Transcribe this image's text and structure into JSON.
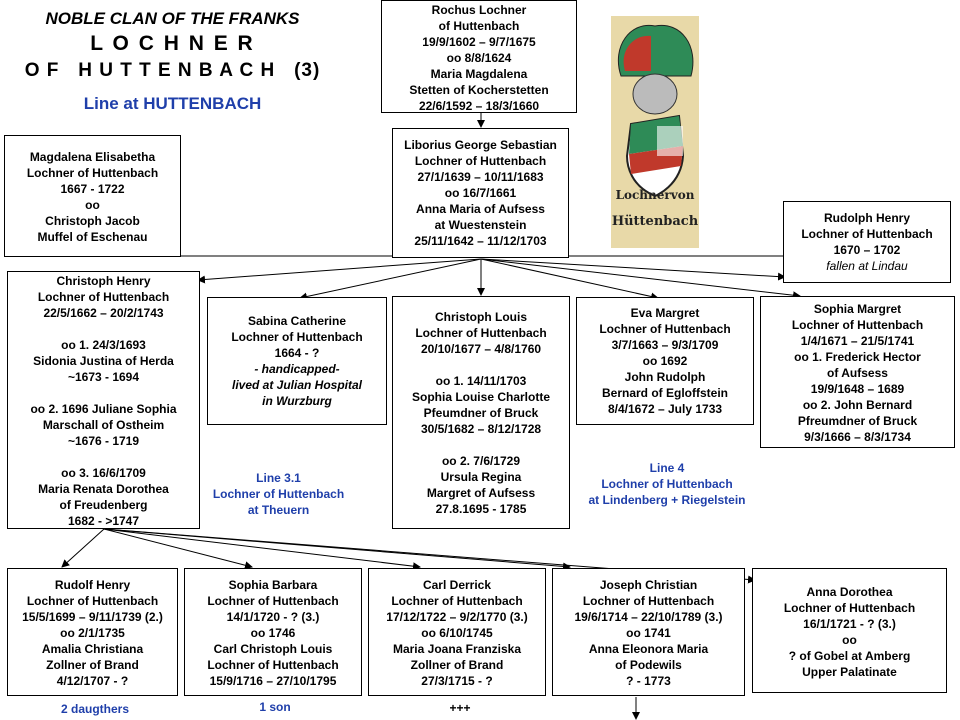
{
  "header": {
    "line1": "NOBLE CLAN OF THE FRANKS",
    "line2": "L O C H N E R",
    "line3": "O F   H U T T E N B A C H   (3)",
    "subtitle": "Line at HUTTENBACH"
  },
  "crest": {
    "text1": "Lochnervon",
    "text2": "Hüttenbach",
    "colors": {
      "red": "#c0392b",
      "green": "#2e8b57",
      "gold": "#d4a017",
      "parchment": "#e8d9a8"
    }
  },
  "people": {
    "rochus": [
      "Rochus Lochner",
      "of Huttenbach",
      "19/9/1602 – 9/7/1675",
      "oo 8/8/1624",
      "Maria Magdalena",
      "Stetten of Kocherstetten",
      "22/6/1592 – 18/3/1660"
    ],
    "liborius": [
      "Liborius George Sebastian",
      "Lochner of Huttenbach",
      "27/1/1639 – 10/11/1683",
      "oo 16/7/1661",
      "Anna Maria of Aufsess",
      "at Wuestenstein",
      "25/11/1642 – 11/12/1703"
    ],
    "magdalena": [
      "Magdalena Elisabetha",
      "Lochner of Huttenbach",
      "1667  - 1722",
      "oo",
      "Christoph  Jacob",
      "Muffel of Eschenau"
    ],
    "rudolph": [
      "Rudolph Henry",
      "Lochner of Huttenbach",
      "1670 – 1702"
    ],
    "rudolph_note": "fallen at Lindau",
    "christoph_henry": {
      "a": [
        "Christoph  Henry",
        "Lochner of Huttenbach",
        "22/5/1662 – 20/2/1743"
      ],
      "b": [
        "oo 1.   24/3/1693",
        "Sidonia Justina  of Herda",
        "~1673 - 1694"
      ],
      "c": [
        "oo 2. 1696 Juliane Sophia",
        "Marschall of Ostheim",
        "~1676 - 1719"
      ],
      "d": [
        "oo 3. 16/6/1709",
        "Maria Renata Dorothea",
        "of Freudenberg",
        "1682  - >1747"
      ]
    },
    "sabina": [
      "Sabina Catherine",
      "Lochner of Huttenbach",
      "1664 - ?"
    ],
    "sabina_note": [
      "- handicapped-",
      "lived at Julian Hospital",
      "in Wurzburg"
    ],
    "christoph_louis": {
      "a": [
        "Christoph  Louis",
        "Lochner of Huttenbach",
        "20/10/1677  – 4/8/1760"
      ],
      "b": [
        "oo 1.   14/11/1703",
        "Sophia Louise Charlotte",
        "Pfeumdner of Bruck",
        "30/5/1682 – 8/12/1728"
      ],
      "c": [
        "oo 2.   7/6/1729",
        "Ursula Regina",
        "Margret of Aufsess",
        "27.8.1695 - 1785"
      ]
    },
    "eva": [
      "Eva Margret",
      "Lochner of Huttenbach",
      "3/7/1663 – 9/3/1709",
      "oo 1692",
      "John Rudolph",
      "Bernard of Egloffstein",
      "8/4/1672 – July 1733"
    ],
    "sophia_m": [
      "Sophia Margret",
      "Lochner of Huttenbach",
      "1/4/1671 – 21/5/1741",
      "oo 1. Frederick Hector",
      "of Aufsess",
      "19/9/1648 – 1689",
      "oo 2. John Bernard",
      "Pfreumdner of Bruck",
      "9/3/1666 – 8/3/1734"
    ],
    "rudolf_henry": [
      "Rudolf Henry",
      "Lochner of Huttenbach",
      "15/5/1699 – 9/11/1739  (2.)",
      "oo 2/1/1735",
      "Amalia Christiana",
      "Zollner of Brand",
      "4/12/1707  - ?"
    ],
    "sophia_b": [
      "Sophia Barbara",
      "Lochner of Huttenbach",
      "14/1/1720  - ?  (3.)",
      "oo 1746",
      "Carl Christoph  Louis",
      "Lochner of Huttenbach",
      "15/9/1716 – 27/10/1795"
    ],
    "carl": [
      "Carl Derrick",
      "Lochner of Huttenbach",
      "17/12/1722  – 9/2/1770  (3.)",
      "oo 6/10/1745",
      "Maria Joana Franziska",
      "Zollner of Brand",
      "27/3/1715 - ?"
    ],
    "joseph": [
      "Joseph Christian",
      "Lochner of Huttenbach",
      "19/6/1714  – 22/10/1789 (3.)",
      "oo 1741",
      "Anna Eleonora Maria",
      "of Podewils",
      "? - 1773"
    ],
    "anna": [
      "Anna Dorothea",
      "Lochner of Huttenbach",
      "16/1/1721  - ?  (3.)",
      "oo",
      "? of Gobel at Amberg",
      "Upper Palatinate"
    ]
  },
  "notes": {
    "line31": [
      "Line 3.1",
      "Lochner of Huttenbach",
      "at Theuern"
    ],
    "line4": [
      "Line 4",
      "Lochner of Huttenbach",
      "at Lindenberg + Riegelstein"
    ],
    "daughters": "2 daugthers",
    "son": "1 son",
    "plus": "+++"
  }
}
